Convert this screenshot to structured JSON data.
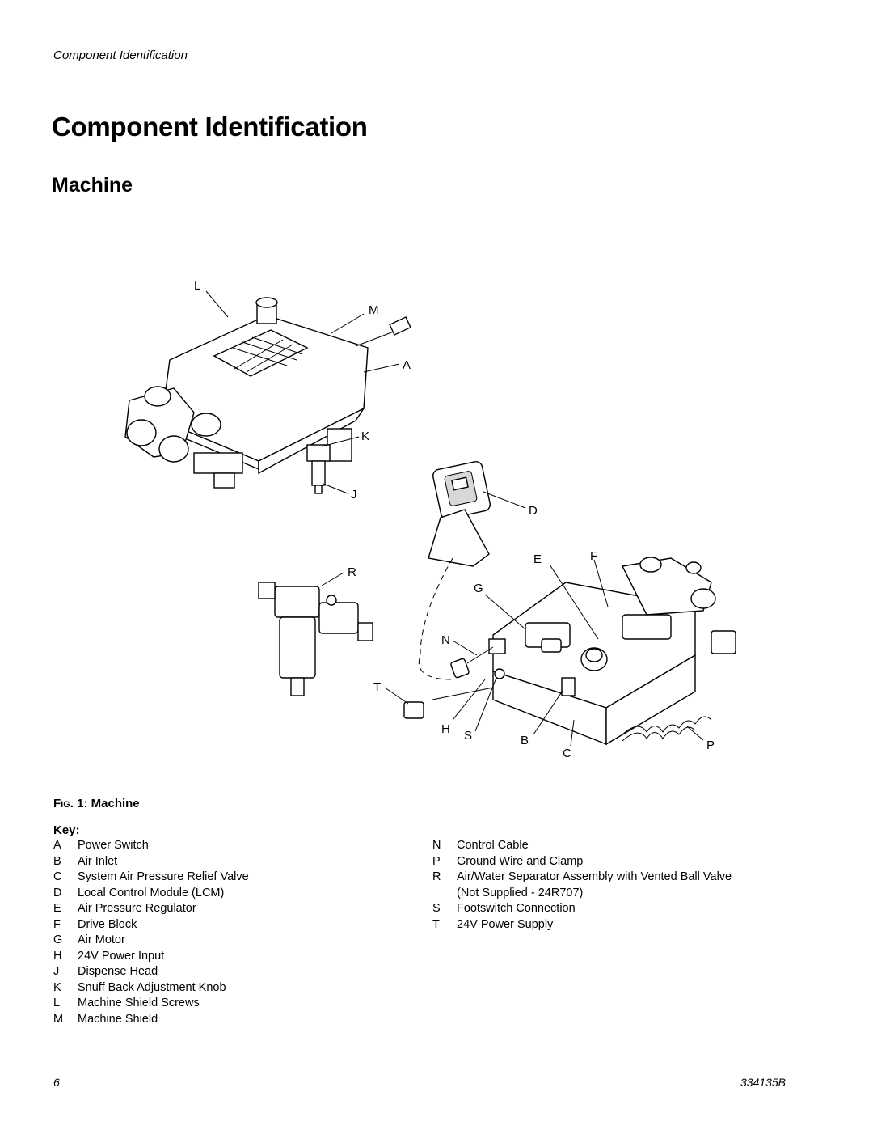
{
  "running_head": "Component Identification",
  "title": "Component Identification",
  "section": "Machine",
  "figure": {
    "caption_prefix": "F",
    "caption_smallcaps": "IG",
    "caption_rest": ". 1: Machine",
    "callouts": [
      "L",
      "M",
      "A",
      "K",
      "J",
      "D",
      "E",
      "F",
      "R",
      "G",
      "N",
      "T",
      "H",
      "S",
      "B",
      "C",
      "P"
    ]
  },
  "key_label": "Key:",
  "key_left": [
    {
      "letter": "A",
      "text": "Power Switch"
    },
    {
      "letter": "B",
      "text": "Air Inlet"
    },
    {
      "letter": "C",
      "text": "System Air Pressure Relief Valve"
    },
    {
      "letter": "D",
      "text": "Local Control Module (LCM)"
    },
    {
      "letter": "E",
      "text": "Air Pressure Regulator"
    },
    {
      "letter": "F",
      "text": "Drive Block"
    },
    {
      "letter": "G",
      "text": "Air Motor"
    },
    {
      "letter": "H",
      "text": "24V Power Input"
    },
    {
      "letter": "J",
      "text": "Dispense Head"
    },
    {
      "letter": "K",
      "text": "Snuff Back Adjustment Knob"
    },
    {
      "letter": "L",
      "text": "Machine Shield Screws"
    },
    {
      "letter": "M",
      "text": "Machine Shield"
    }
  ],
  "key_right": [
    {
      "letter": "N",
      "text": "Control Cable"
    },
    {
      "letter": "P",
      "text": "Ground Wire and Clamp"
    },
    {
      "letter": "R",
      "text": "Air/Water Separator Assembly with Vented Ball Valve"
    },
    {
      "letter": "",
      "text": "(Not Supplied - 24R707)"
    },
    {
      "letter": "S",
      "text": "Footswitch Connection"
    },
    {
      "letter": "T",
      "text": "24V Power Supply"
    }
  ],
  "footer": {
    "page": "6",
    "doc": "334135B"
  }
}
